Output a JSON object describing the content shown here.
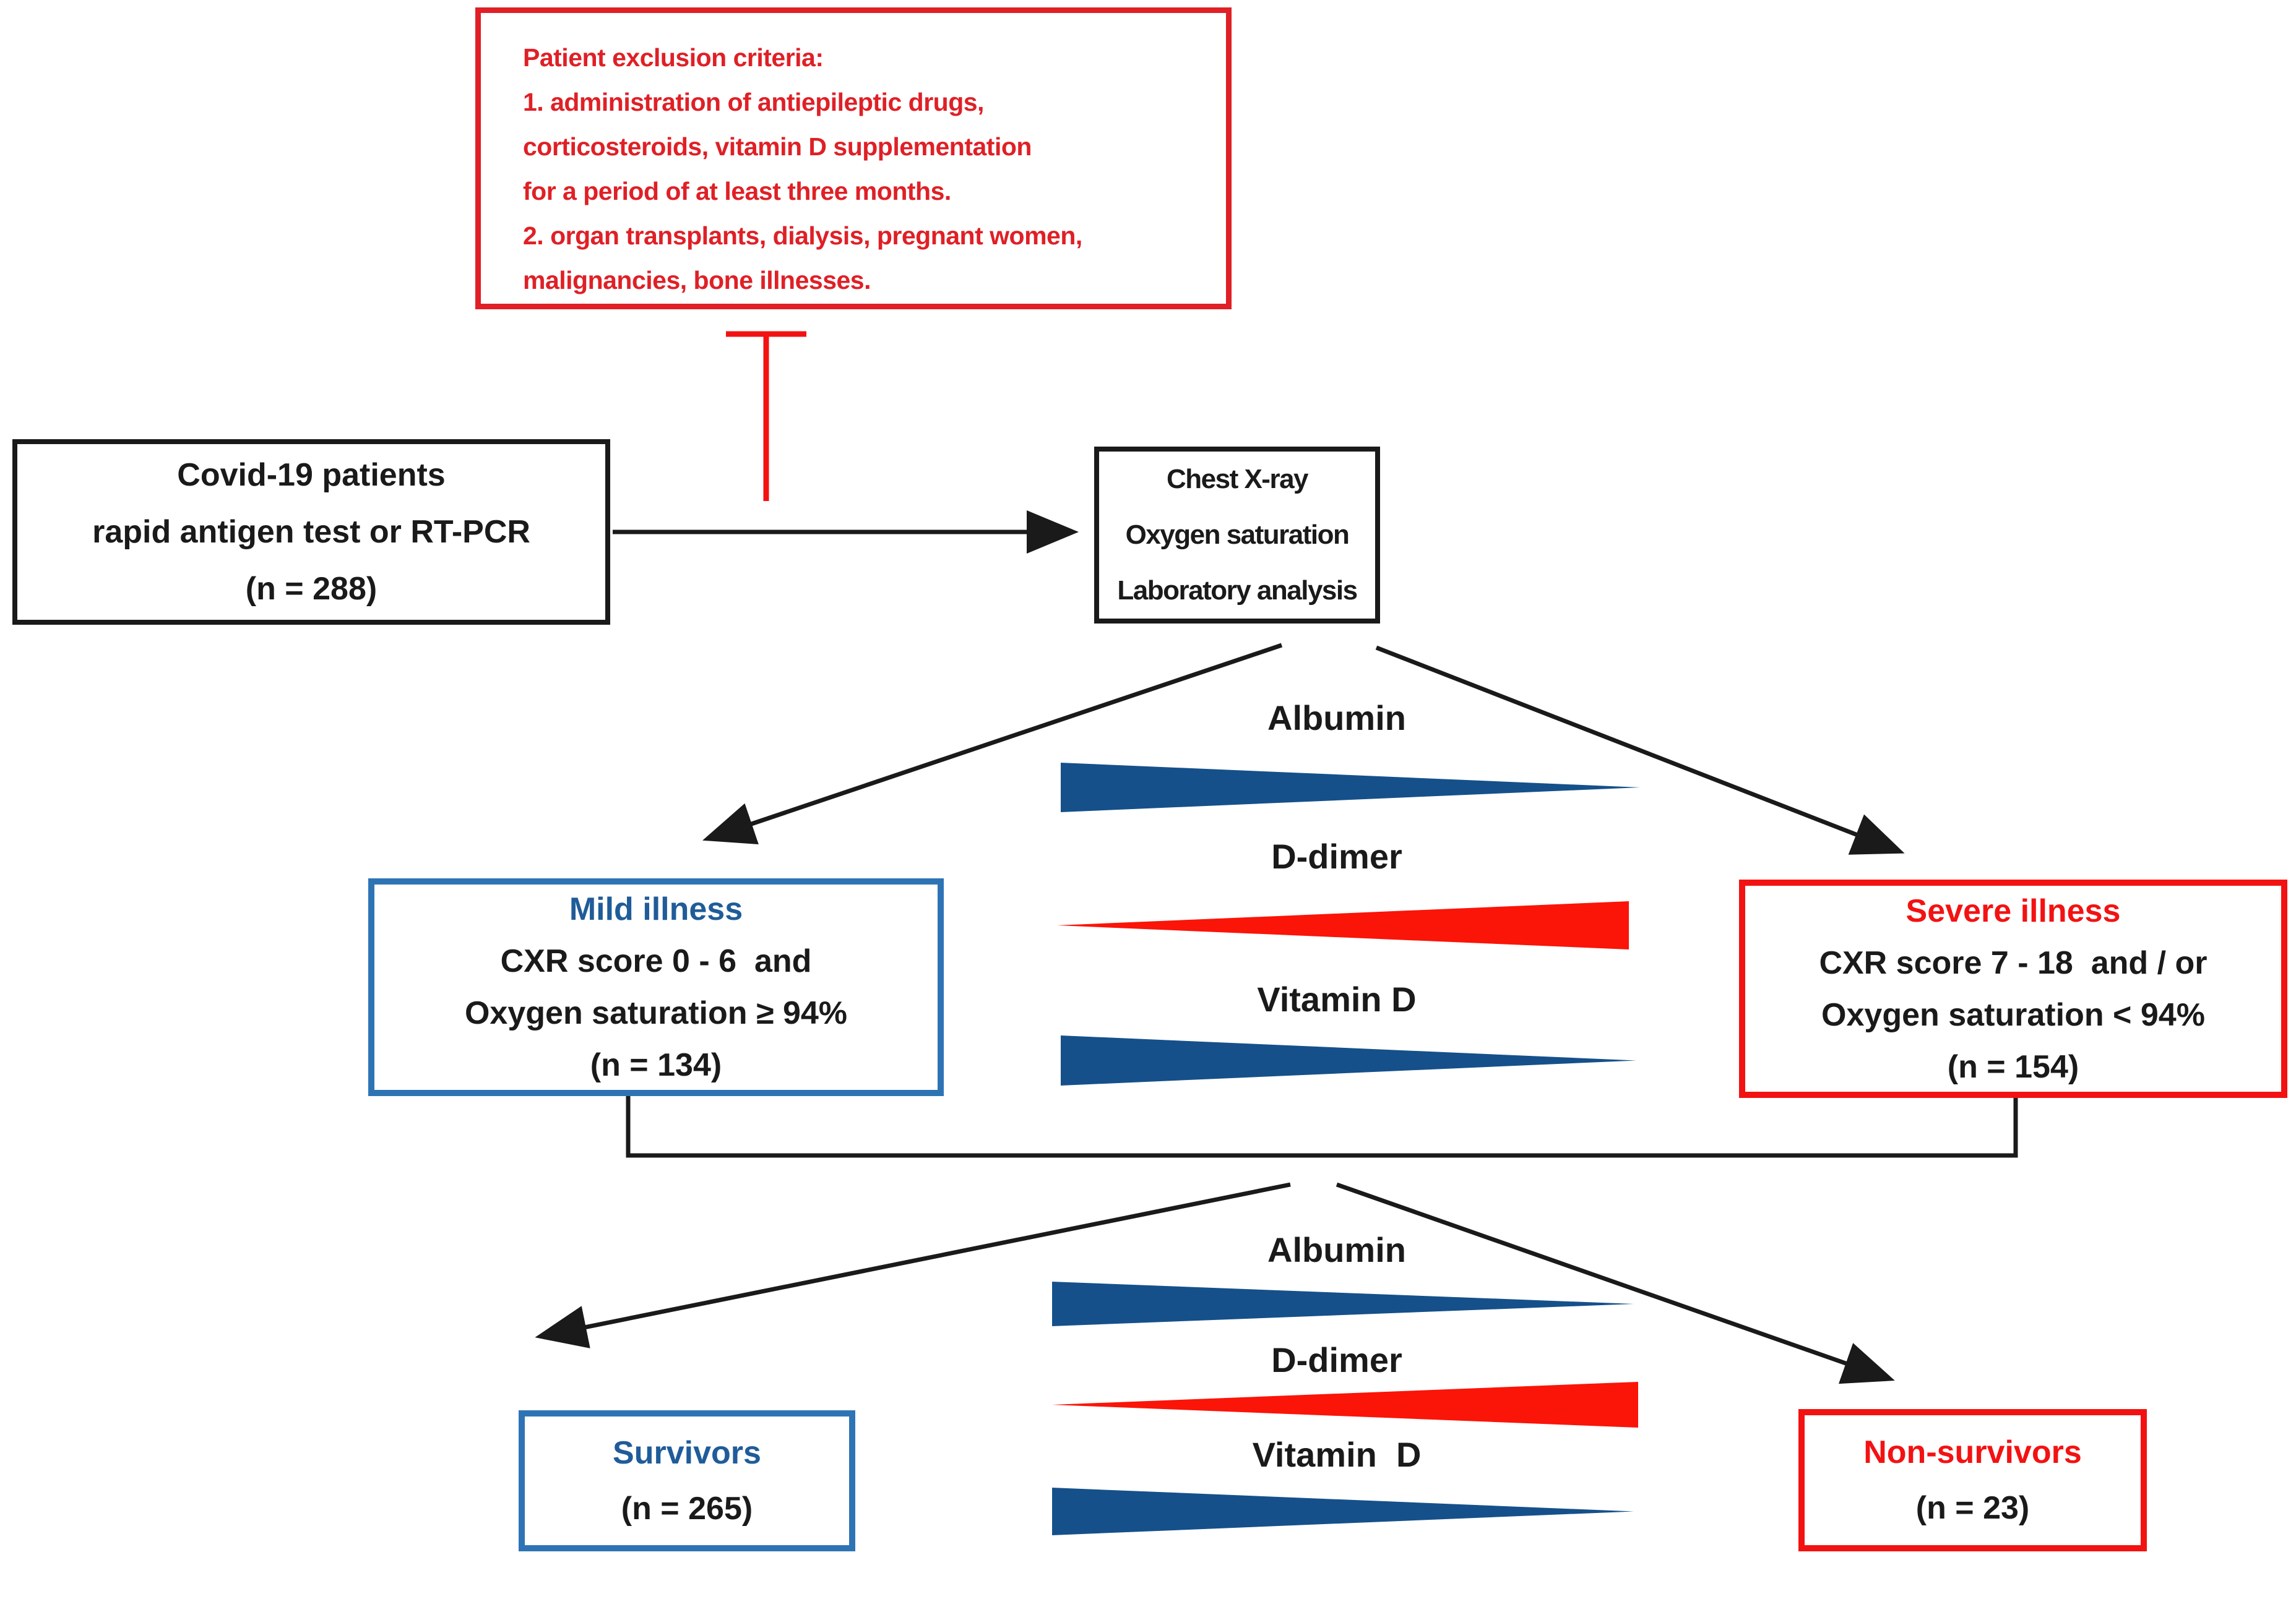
{
  "colors": {
    "ink": "#1a1a1a",
    "red": "#f31212",
    "red_dark": "#df2026",
    "blue_border": "#2e74b5",
    "blue_text": "#1f5c99",
    "tri_blue": "#15508a",
    "tri_red": "#fb1408"
  },
  "exclusion_box": {
    "lines": [
      "Patient exclusion criteria:",
      "1. administration of antiepileptic drugs,",
      "corticosteroids, vitamin D supplementation",
      "for a period of at least three months.",
      "2. organ transplants, dialysis, pregnant women,",
      "malignancies, bone illnesses."
    ]
  },
  "covid_box": {
    "lines": [
      "Covid-19 patients",
      "rapid antigen test or RT-PCR",
      "(n = 288)"
    ]
  },
  "assessment_box": {
    "lines": [
      "Chest X-ray",
      "Oxygen saturation",
      "Laboratory analysis"
    ]
  },
  "severity_markers": {
    "items": [
      {
        "label": "Albumin",
        "direction": "decrease",
        "color": "blue"
      },
      {
        "label": "D-dimer",
        "direction": "increase",
        "color": "red"
      },
      {
        "label": "Vitamin D",
        "direction": "decrease",
        "color": "blue"
      }
    ]
  },
  "outcome_markers": {
    "items": [
      {
        "label": "Albumin",
        "direction": "decrease",
        "color": "blue"
      },
      {
        "label": "D-dimer",
        "direction": "increase",
        "color": "red"
      },
      {
        "label": "Vitamin  D",
        "direction": "decrease",
        "color": "blue"
      }
    ]
  },
  "mild_box": {
    "title": "Mild illness",
    "lines": [
      "CXR score 0 - 6  and",
      "Oxygen saturation ≥ 94%",
      "(n = 134)"
    ]
  },
  "severe_box": {
    "title": "Severe illness",
    "lines": [
      "CXR score 7 - 18  and / or",
      "Oxygen saturation < 94%",
      "(n = 154)"
    ]
  },
  "survivors_box": {
    "title": "Survivors",
    "n_label": "(n = 265)"
  },
  "non_survivors_box": {
    "title": "Non-survivors",
    "n_label": "(n = 23)"
  }
}
